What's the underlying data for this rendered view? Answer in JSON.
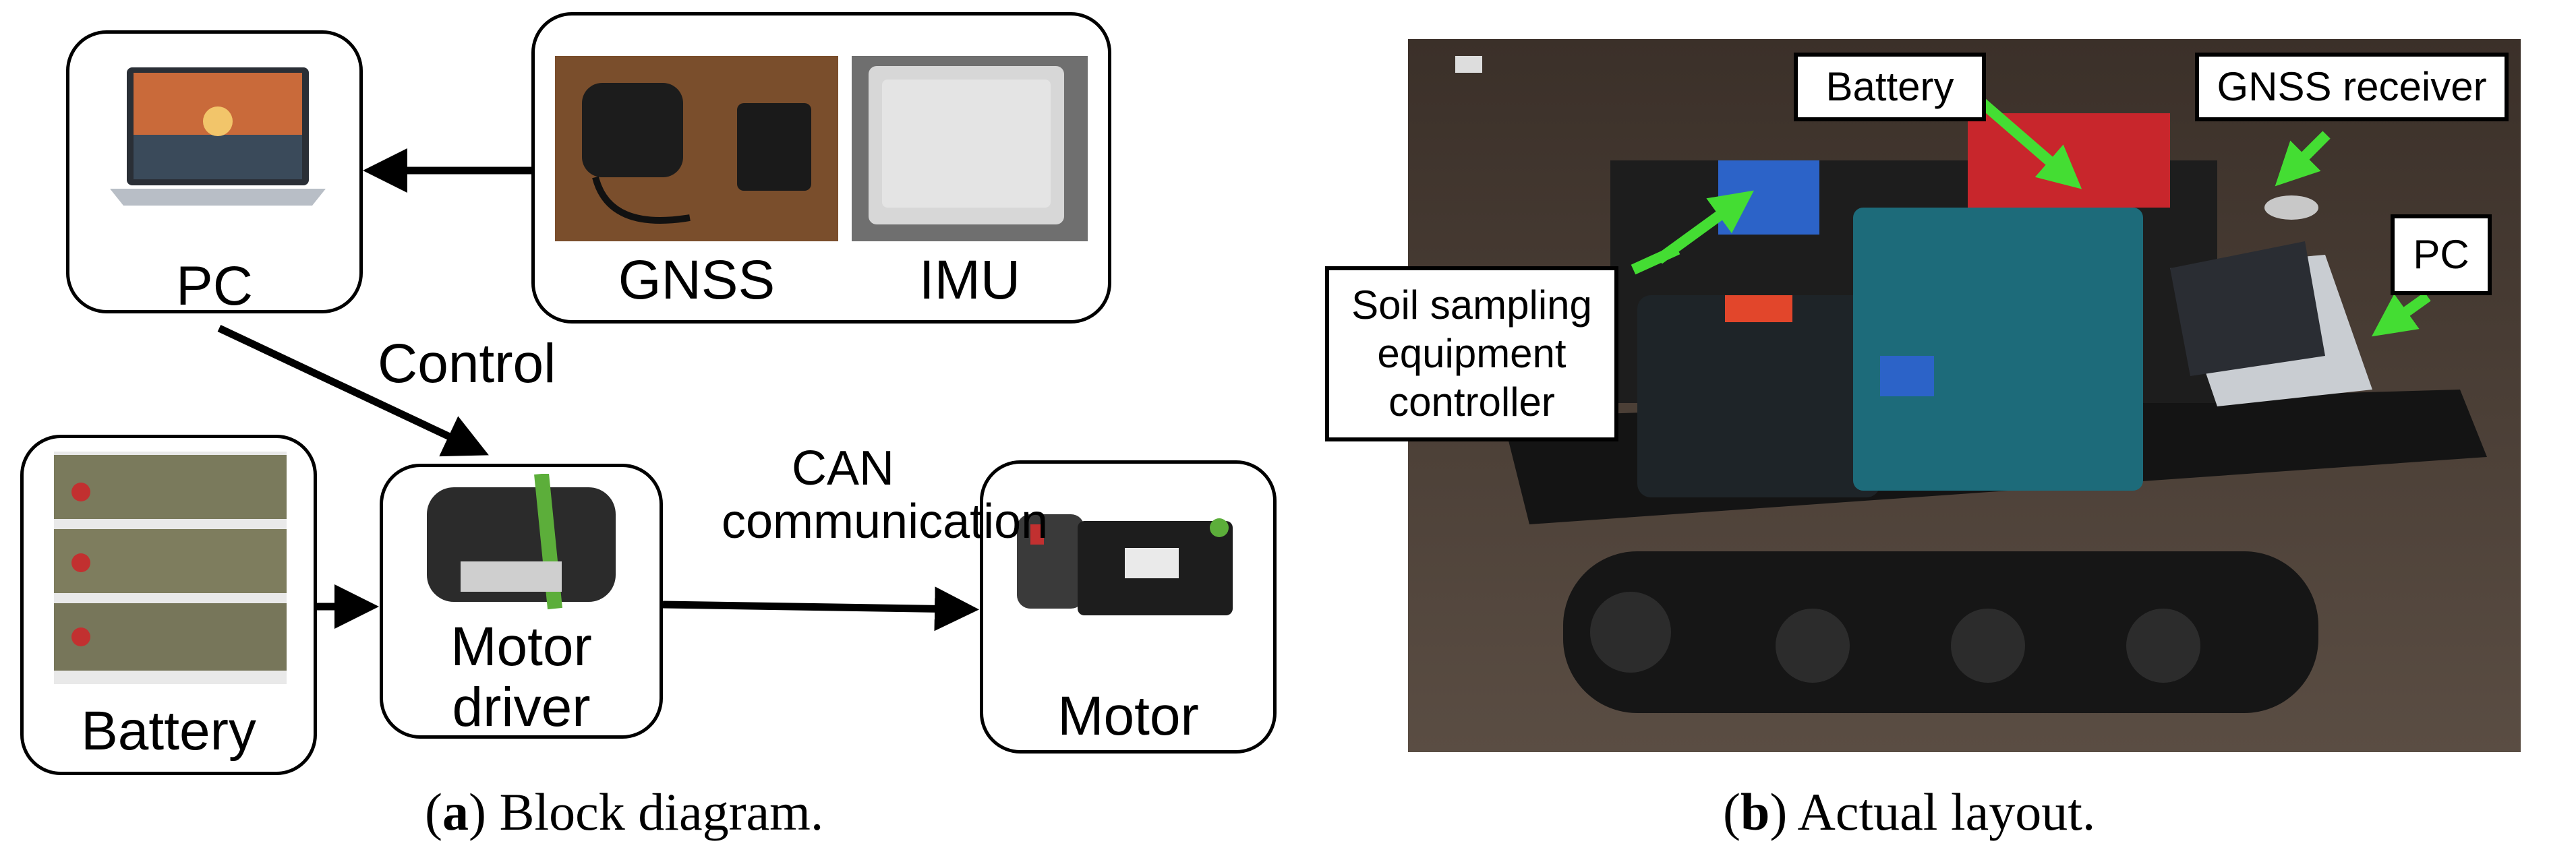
{
  "diagram": {
    "nodes": {
      "pc": "PC",
      "gnss": "GNSS",
      "imu": "IMU",
      "battery": "Battery",
      "motor_driver_line1": "Motor",
      "motor_driver_line2": "driver",
      "motor": "Motor"
    },
    "edges": {
      "control": "Control",
      "can_line1": "CAN",
      "can_line2": "communication"
    },
    "caption_a": {
      "letter": "a",
      "text": "Block diagram."
    }
  },
  "photo_b": {
    "labels": {
      "battery": "Battery",
      "gnss_receiver": "GNSS receiver",
      "pc": "PC",
      "soil_line1": "Soil sampling",
      "soil_line2": "equipment",
      "soil_line3": "controller"
    },
    "caption_b": {
      "letter": "b",
      "text": "Actual layout."
    },
    "arrow_color": "#44dd33"
  }
}
